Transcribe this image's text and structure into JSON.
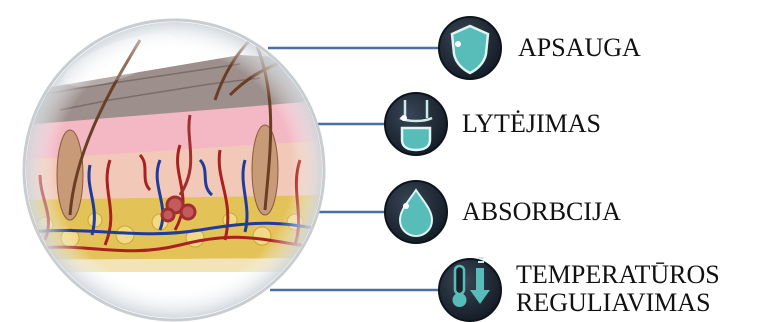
{
  "functions": [
    {
      "label": "APSAUGA",
      "icon": "shield-icon"
    },
    {
      "label": "LYTĖJIMAS",
      "icon": "touch-sensor-icon"
    },
    {
      "label": "ABSORBCIJA",
      "icon": "droplet-icon"
    },
    {
      "label_line1": "TEMPERATŪROS",
      "label_line2": "REGULIAVIMAS",
      "icon": "thermometer-icon"
    }
  ],
  "colors": {
    "connector": "#4a6fa0",
    "icon_ring": "#1f2a38",
    "icon_fill": "#58bdb8",
    "epidermis": "#9c8f8c",
    "dermis": "#f0b6b8",
    "fat": "#e3c258",
    "vessel_red": "#a82020",
    "vessel_blue": "#1f3c9a"
  }
}
